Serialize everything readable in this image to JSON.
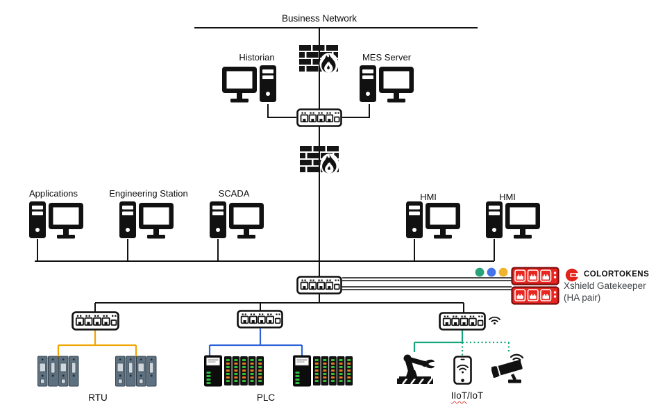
{
  "labels": {
    "business_network": "Business Network",
    "historian": "Historian",
    "mes_server": "MES Server",
    "applications": "Applications",
    "engineering_station": "Engineering Station",
    "scada": "SCADA",
    "hmi_left": "HMI",
    "hmi_right": "HMI",
    "rtu": "RTU",
    "plc": "PLC",
    "iiot_part1": "IIoT",
    "iiot_sep": "/",
    "iiot_part2": "IoT"
  },
  "brand": {
    "name": "COLORTOKENS",
    "product_line1": "Xshield Gatekeeper",
    "product_line2": "(HA pair)"
  },
  "colors": {
    "rtu_line": "#f0a500",
    "plc_line": "#2e62d9",
    "iiot_line": "#12a57c",
    "dot_green": "#27a378",
    "dot_blue": "#4472e8",
    "dot_yellow": "#f2b32c",
    "gatekeeper_red": "#e8261f",
    "gatekeeper_border": "#7a0c0c",
    "brand_red": "#e2231a",
    "line_black": "#111111"
  },
  "icons": {
    "firewall": "brick-wall-with-flame",
    "switch": "5-port-ethernet-switch",
    "workstation": "desktop-tower-with-monitor",
    "gatekeeper": "red-appliance-3-rj45-ports",
    "wifi": "wifi-signal-arcs",
    "robot": "industrial-robot-arm",
    "phone": "smartphone-with-wifi",
    "camera": "wireless-cctv-camera",
    "rtu": "modular-rtu-rack",
    "plc": "plc-rack-with-leds",
    "logo": "colortokens-red-c"
  }
}
